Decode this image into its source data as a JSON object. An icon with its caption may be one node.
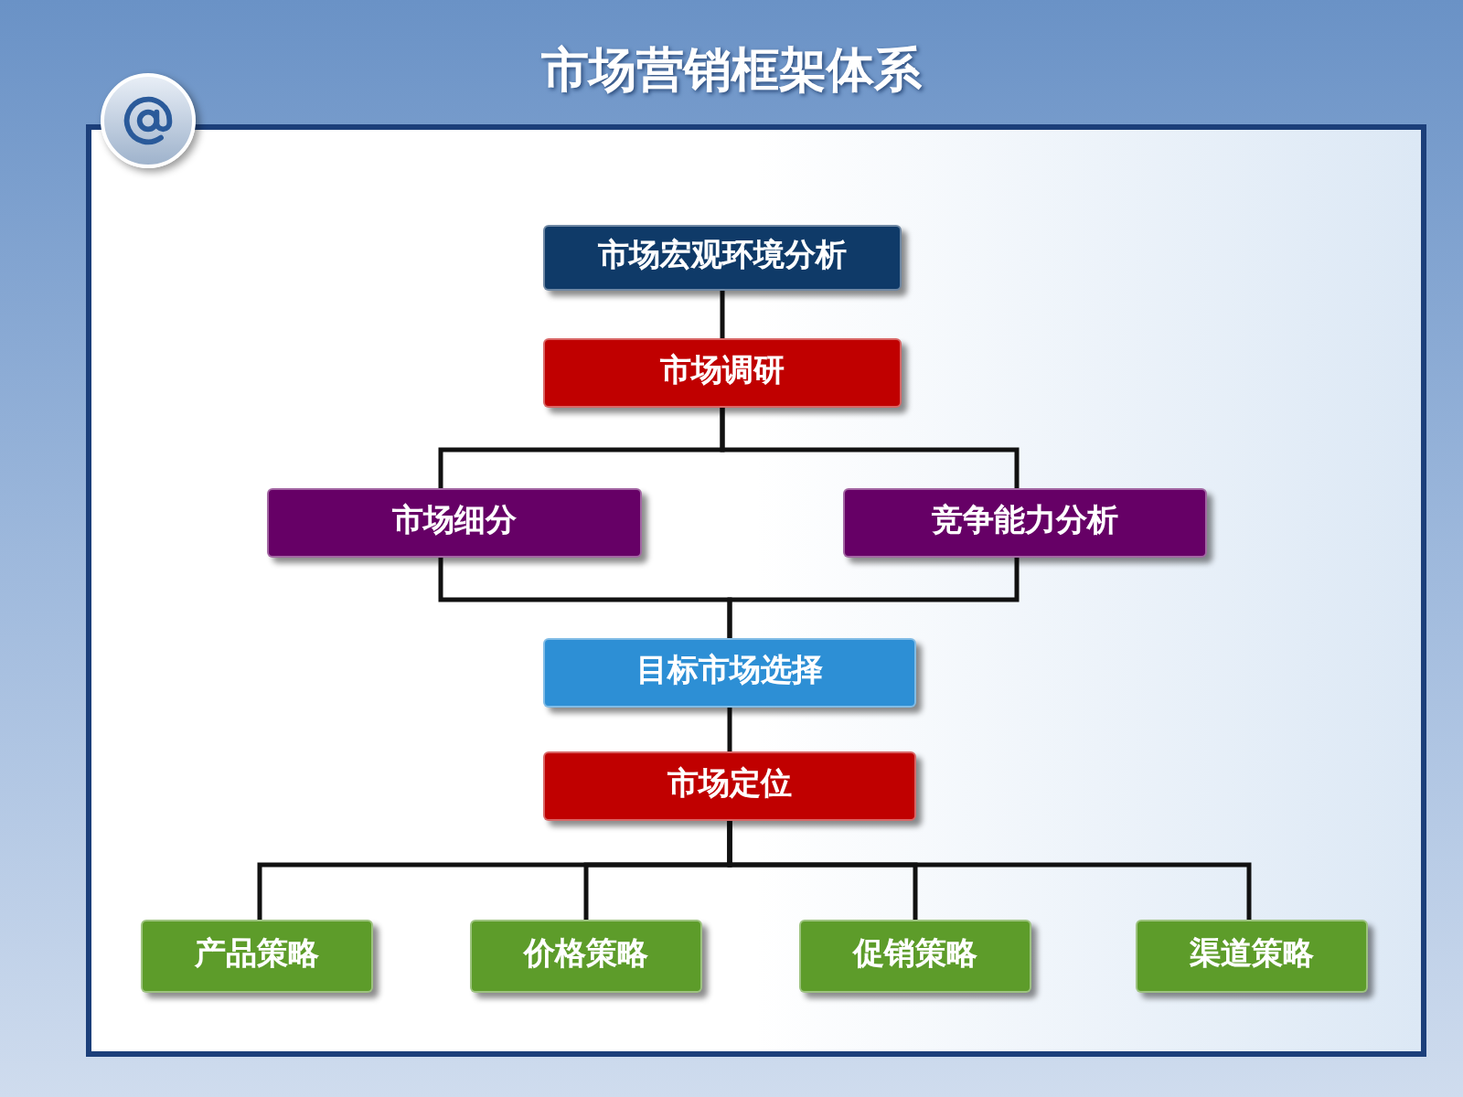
{
  "diagram": {
    "title": "市场营销框架体系",
    "nodes": [
      {
        "text": [
          "市场宏观环境分析"
        ]
      },
      {
        "text": [
          "市场调研"
        ]
      },
      {
        "text": [
          "市场细分"
        ]
      },
      {
        "text": [
          "竞争能力分析"
        ]
      },
      {
        "text": [
          "目标市场选择"
        ]
      },
      {
        "text": [
          "市场定位"
        ]
      },
      {
        "text": [
          "产品策略"
        ]
      },
      {
        "text": [
          "价格策略"
        ]
      },
      {
        "text": [
          "促销策略"
        ]
      },
      {
        "text": [
          "渠道策略"
        ]
      }
    ],
    "edges": [
      {
        "from": 0,
        "to": 1,
        "arrow": "none"
      },
      {
        "from": 1,
        "to": 2,
        "arrow": "none"
      },
      {
        "from": 1,
        "to": 3,
        "arrow": "none"
      },
      {
        "from": 2,
        "to": 4,
        "arrow": "none"
      },
      {
        "from": 3,
        "to": 4,
        "arrow": "none"
      },
      {
        "from": 4,
        "to": 5,
        "arrow": "none"
      },
      {
        "from": 5,
        "to": 6,
        "arrow": "none"
      },
      {
        "from": 5,
        "to": 7,
        "arrow": "none"
      },
      {
        "from": 5,
        "to": 8,
        "arrow": "none"
      },
      {
        "from": 5,
        "to": 9,
        "arrow": "none"
      }
    ]
  }
}
